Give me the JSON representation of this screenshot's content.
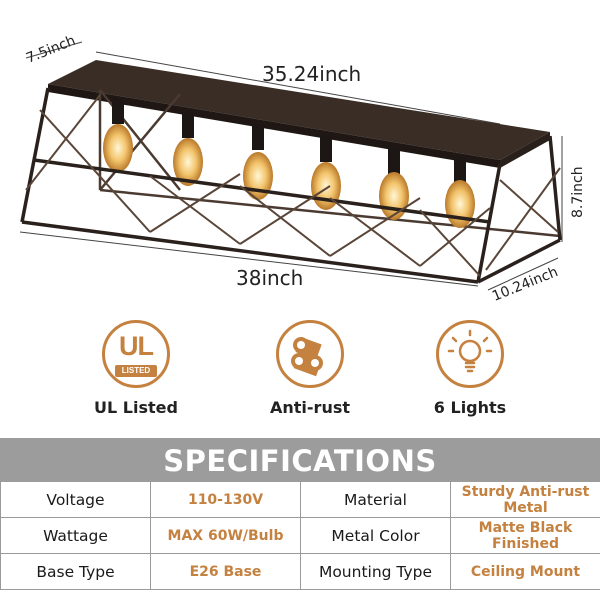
{
  "dimensions": {
    "depth_top": "7.5inch",
    "length_top": "35.24inch",
    "height": "8.7inch",
    "length_bottom": "38inch",
    "depth_bottom": "10.24inch"
  },
  "features": [
    {
      "label": "UL Listed",
      "badge_top": "UL",
      "badge_bottom": "LISTED",
      "icon": "ul-listed-icon"
    },
    {
      "label": "Anti-rust",
      "icon": "anti-rust-icon"
    },
    {
      "label": "6 Lights",
      "icon": "lightbulb-icon"
    }
  ],
  "specs": {
    "title": "SPECIFICATIONS",
    "rows": [
      {
        "k1": "Voltage",
        "v1": "110-130V",
        "k2": "Material",
        "v2": "Sturdy Anti-rust Metal"
      },
      {
        "k1": "Wattage",
        "v1": "MAX 60W/Bulb",
        "k2": "Metal Color",
        "v2": "Matte Black Finished"
      },
      {
        "k1": "Base Type",
        "v1": "E26 Base",
        "k2": "Mounting Type",
        "v2": "Ceiling Mount"
      }
    ]
  },
  "colors": {
    "accent": "#c4813f",
    "header": "#9c9c9c",
    "frame": "#2a211d"
  }
}
